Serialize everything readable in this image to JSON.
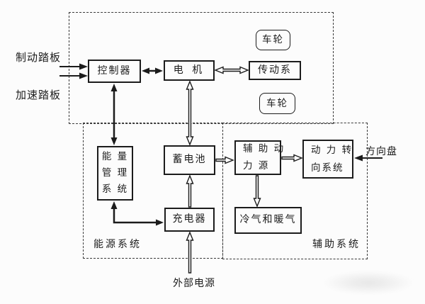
{
  "diagram": {
    "background": "#fcfcfc",
    "line_color": "#1c1c1c",
    "groups": {
      "energy": {
        "label": "能源系统"
      },
      "auxiliary": {
        "label": "辅助系统"
      }
    },
    "boxes": {
      "controller": {
        "label": "控制器"
      },
      "motor": {
        "label": "电 机"
      },
      "transmission": {
        "label": "传动系"
      },
      "wheel_top": {
        "label": "车轮"
      },
      "wheel_bottom": {
        "label": "车轮"
      },
      "energy_mgmt": {
        "line1": "能 量",
        "line2": "管 理",
        "line3": "系 统"
      },
      "battery": {
        "label": "蓄电池"
      },
      "charger": {
        "label": "充电器"
      },
      "aux_power": {
        "line1": "辅 助 动",
        "line2": "力 源"
      },
      "power_steering": {
        "line1": "动 力 转",
        "line2": "向系统"
      },
      "hvac": {
        "label": "冷气和暖气"
      }
    },
    "labels": {
      "brake_pedal": "制动踏板",
      "accelerator_pedal": "加速踏板",
      "steering_wheel": "方向盘",
      "external_power": "外部电源"
    }
  }
}
